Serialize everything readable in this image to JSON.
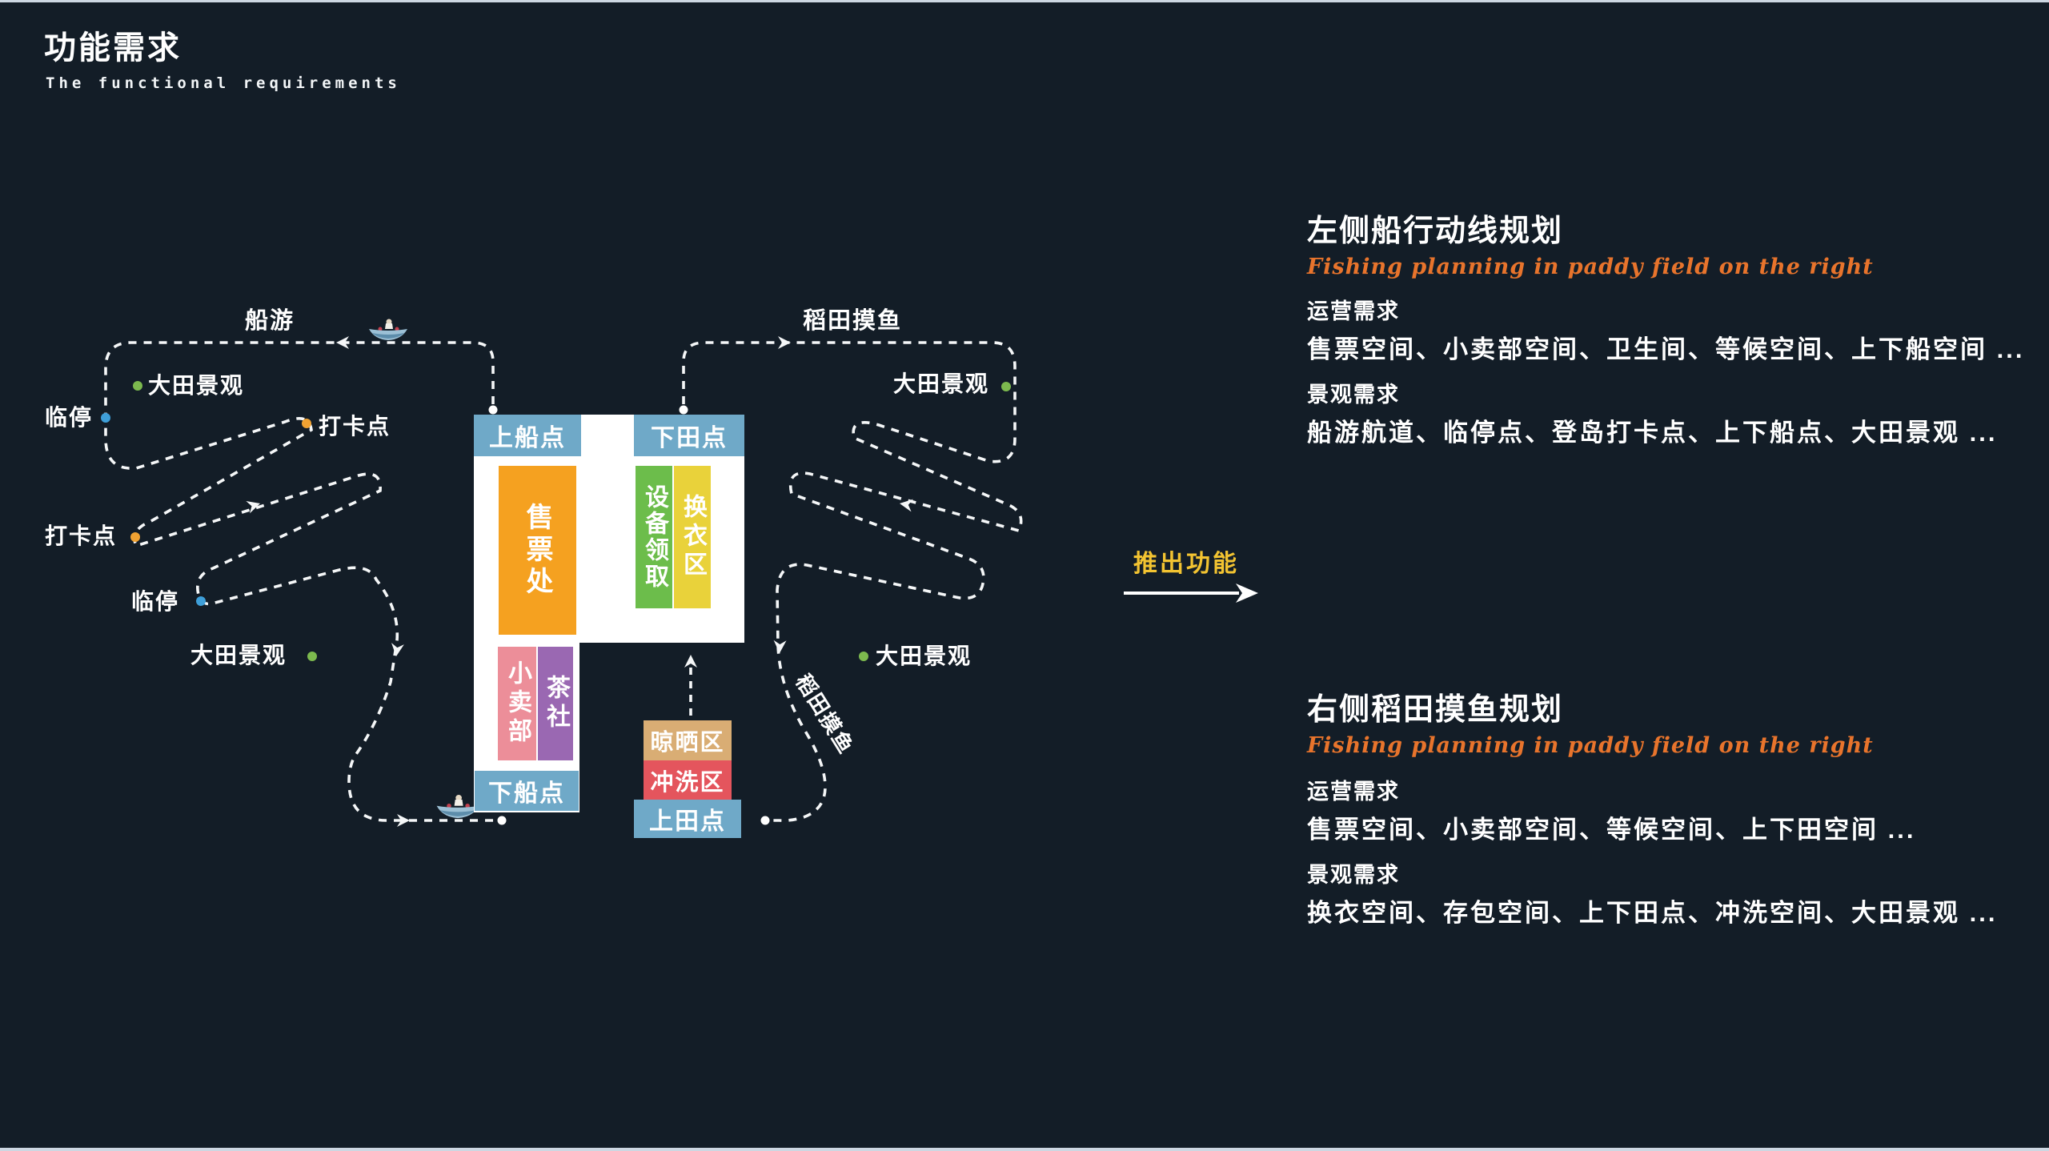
{
  "page": {
    "title": "功能需求",
    "subtitle": "The functional requirements"
  },
  "diagram": {
    "routes": {
      "boat_tour": "船游",
      "paddy_fishing": "稻田摸鱼"
    },
    "poi": {
      "field_view": "大田景观",
      "temp_stop": "临停",
      "checkin": "打卡点"
    },
    "building": {
      "board_point": "上船点",
      "enter_field_point": "下田点",
      "ticket_office": "售票处",
      "equipment_pickup": "设备领取",
      "changing_area": "换衣区",
      "shop": "小卖部",
      "tea_house": "茶社",
      "deboard_point": "下船点",
      "drying_area": "晾晒区",
      "rinse_area": "冲洗区",
      "exit_field_point": "上田点"
    }
  },
  "push_arrow": {
    "label": "推出功能"
  },
  "panels": [
    {
      "title": "左侧船行动线规划",
      "subtitle": "Fishing planning in paddy field on the right",
      "sections": [
        {
          "heading": "运营需求",
          "items": "售票空间、小卖部空间、卫生间、等候空间、上下船空间 ..."
        },
        {
          "heading": "景观需求",
          "items": "船游航道、临停点、登岛打卡点、上下船点、大田景观 ..."
        }
      ]
    },
    {
      "title": "右侧稻田摸鱼规划",
      "subtitle": "Fishing planning in paddy field on the right",
      "sections": [
        {
          "heading": "运营需求",
          "items": "售票空间、小卖部空间、等候空间、上下田空间 ..."
        },
        {
          "heading": "景观需求",
          "items": "换衣空间、存包空间、上下田点、冲洗空间、大田景观 ..."
        }
      ]
    }
  ],
  "colors": {
    "background": "#131d27",
    "edge_strip": "#cdd7e2",
    "block_blue": "#6fa9c8",
    "block_orange": "#f5a120",
    "block_green": "#6cbd4b",
    "block_yellow": "#e9d23a",
    "block_pink": "#ec8e99",
    "block_purple": "#9a68b2",
    "block_tan": "#d9ad74",
    "block_red": "#e4555d",
    "dot_green": "#7cb94e",
    "dot_blue": "#3e9fd9",
    "dot_orange": "#f0a232",
    "route_white": "#f5f7f8",
    "push_yellow": "#f2c331",
    "subtitle_orange": "#e8742c"
  }
}
